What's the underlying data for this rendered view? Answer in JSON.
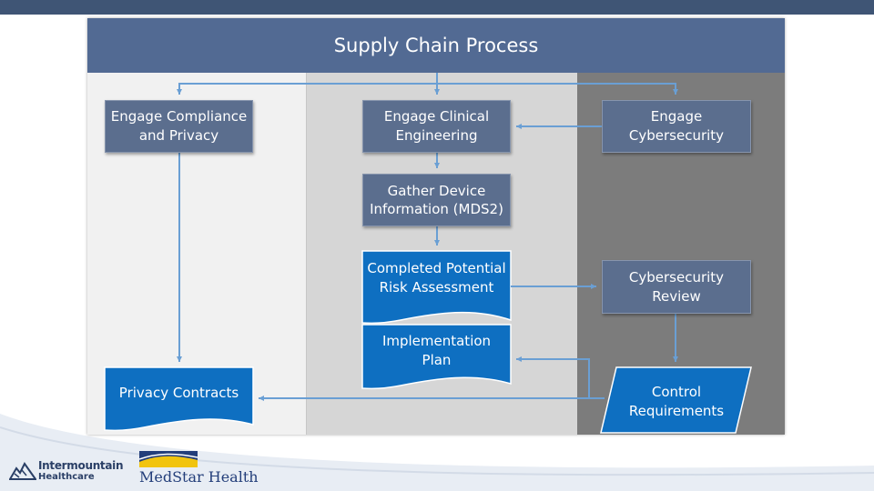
{
  "header": {
    "title": "Supply Chain Process"
  },
  "nodes": {
    "compliance": "Engage Compliance and Privacy",
    "clinical": "Engage Clinical Engineering",
    "cyber": "Engage Cybersecurity",
    "gather": "Gather Device Information (MDS2)",
    "risk": "Completed Potential Risk Assessment",
    "cyber_review": "Cybersecurity Review",
    "impl_plan": "Implementation Plan",
    "privacy_contracts": "Privacy Contracts",
    "control_req": "Control Requirements"
  },
  "logos": {
    "intermountain_line1": "Intermountain",
    "intermountain_line2": "Healthcare",
    "medstar": "MedStar Health"
  },
  "colors": {
    "header": "#526a93",
    "process_box": "#5b6e8e",
    "document_box": "#0e6fc1",
    "arrow": "#6a9fd4"
  }
}
